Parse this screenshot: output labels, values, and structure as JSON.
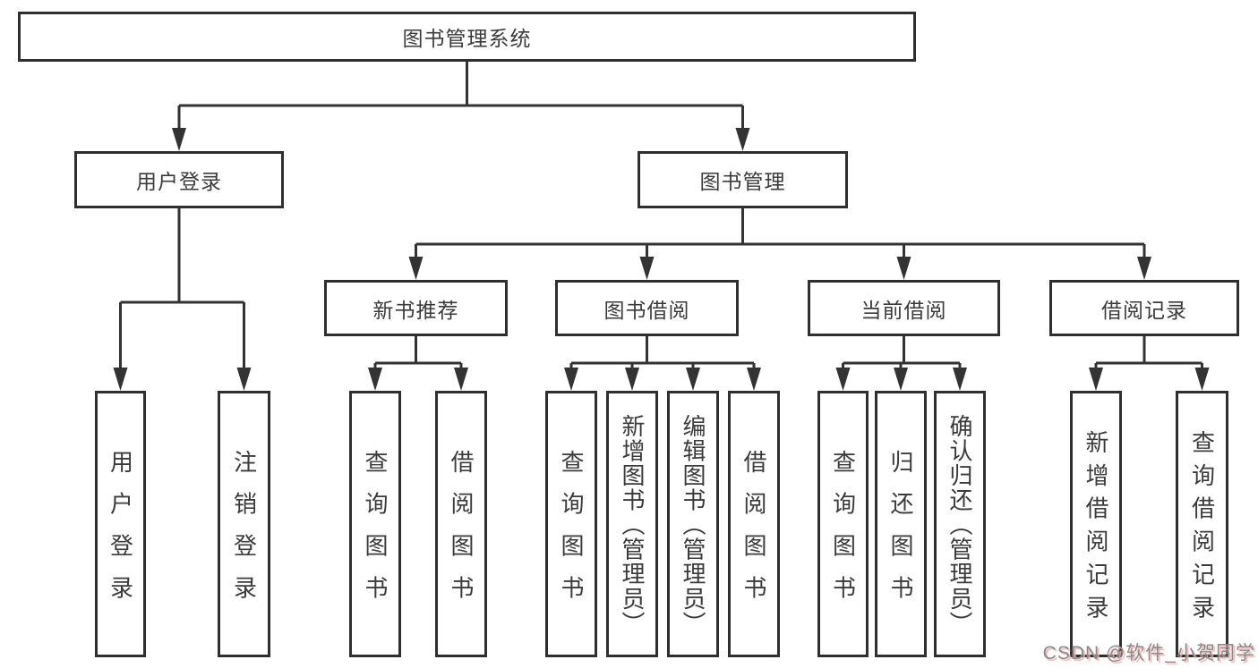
{
  "diagram": {
    "root": "图书管理系统",
    "level2": {
      "user_login": "用户登录",
      "book_mgmt": "图书管理"
    },
    "level3": {
      "new_books": "新书推荐",
      "borrow": "图书借阅",
      "current": "当前借阅",
      "records": "借阅记录"
    },
    "leaves": {
      "user_login": "用户登录",
      "logout": "注销登录",
      "nb_query": "查询图书",
      "nb_borrow": "借阅图书",
      "bb_query": "查询图书",
      "bb_add": "新增图书（管理员）",
      "bb_edit": "编辑图书（管理员）",
      "bb_borrow": "借阅图书",
      "cb_query": "查询图书",
      "cb_return": "归还图书",
      "cb_confirm": "确认归还（管理员）",
      "br_add": "新增借阅记录",
      "br_query": "查询借阅记录"
    }
  },
  "watermark": "CSDN @软件_小贺同学",
  "colors": {
    "line": "#333333",
    "box_border": "#2f2f2f",
    "text": "#3b3b3b",
    "watermark_text": "#8a8a8a",
    "watermark_shadow": "#f0b2b2"
  }
}
